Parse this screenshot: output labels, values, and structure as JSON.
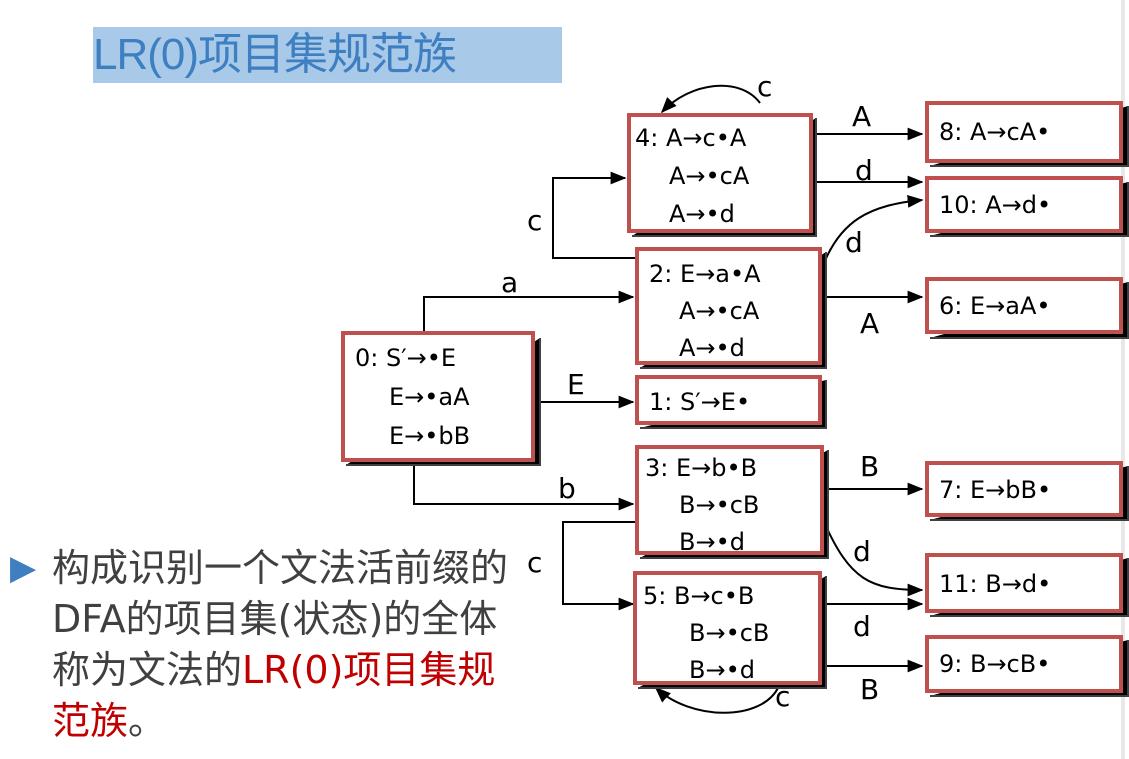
{
  "title": "LR(0)项目集规范族",
  "states": [
    {
      "id": "s0",
      "lines": [
        "0: S′→•E",
        "E→•aA",
        "E→•bB"
      ]
    },
    {
      "id": "s1",
      "lines": [
        "1: S′→E•"
      ]
    },
    {
      "id": "s2",
      "lines": [
        "2: E→a•A",
        "A→•cA",
        "A→•d"
      ]
    },
    {
      "id": "s3",
      "lines": [
        "3: E→b•B",
        "B→•cB",
        "B→•d"
      ]
    },
    {
      "id": "s4",
      "lines": [
        "4: A→c•A",
        "A→•cA",
        "A→•d"
      ]
    },
    {
      "id": "s5",
      "lines": [
        "5:  B→c•B",
        "B→•cB",
        "B→•d"
      ]
    },
    {
      "id": "s6",
      "lines": [
        "6:  E→aA•"
      ]
    },
    {
      "id": "s7",
      "lines": [
        "7:  E→bB•"
      ]
    },
    {
      "id": "s8",
      "lines": [
        "8:  A→cA•"
      ]
    },
    {
      "id": "s9",
      "lines": [
        "9:  B→cB•"
      ]
    },
    {
      "id": "s10",
      "lines": [
        "10:  A→d•"
      ]
    },
    {
      "id": "s11",
      "lines": [
        "11:  B→d•"
      ]
    }
  ],
  "edge_labels": {
    "e_0_2": "a",
    "e_0_1": "E",
    "e_0_3": "b",
    "e_2_4": "c",
    "e_2_6": "A",
    "e_2_10": "d",
    "e_4_4": "c",
    "e_4_8": "A",
    "e_4_10": "d",
    "e_3_5": "c",
    "e_3_7": "B",
    "e_3_11": "d",
    "e_5_5": "c",
    "e_5_9": "B",
    "e_5_11": "d"
  },
  "text": {
    "p1": "构成识别一个文法活前缀的DFA的项目集(状态)的全体称为文法的",
    "p2": "LR(0)项目集规范族",
    "p3": "。"
  }
}
